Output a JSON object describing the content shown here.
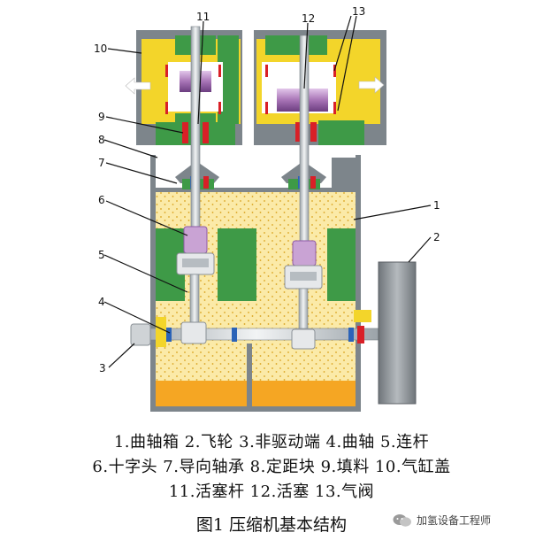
{
  "callouts": {
    "c1": "1",
    "c2": "2",
    "c3": "3",
    "c4": "4",
    "c5": "5",
    "c6": "6",
    "c7": "7",
    "c8": "8",
    "c9": "9",
    "c10": "10",
    "c11": "11",
    "c12": "12",
    "c13": "13"
  },
  "legend": {
    "line1": "1.曲轴箱 2.飞轮 3.非驱动端 4.曲轴 5.连杆",
    "line2": "6.十字头 7.导向轴承 8.定距块 9.填料 10.气缸盖",
    "line3": "11.活塞杆 12.活塞 13.气阀"
  },
  "caption": "图1 压缩机基本结构",
  "watermark": "加氢设备工程师",
  "colors": {
    "crankcase_fill": "#fbeaa8",
    "cylinder_yellow": "#f3d52a",
    "green": "#3e9a47",
    "steel": "#7d858b",
    "oil": "#f5a623",
    "flywheel": "#8a8f94",
    "piston_purple": "#a874b6",
    "packing_red": "#d92027",
    "bearing_blue": "#2b63b8"
  },
  "icons": [
    "arrow-left-icon",
    "arrow-right-icon",
    "wechat-icon"
  ]
}
